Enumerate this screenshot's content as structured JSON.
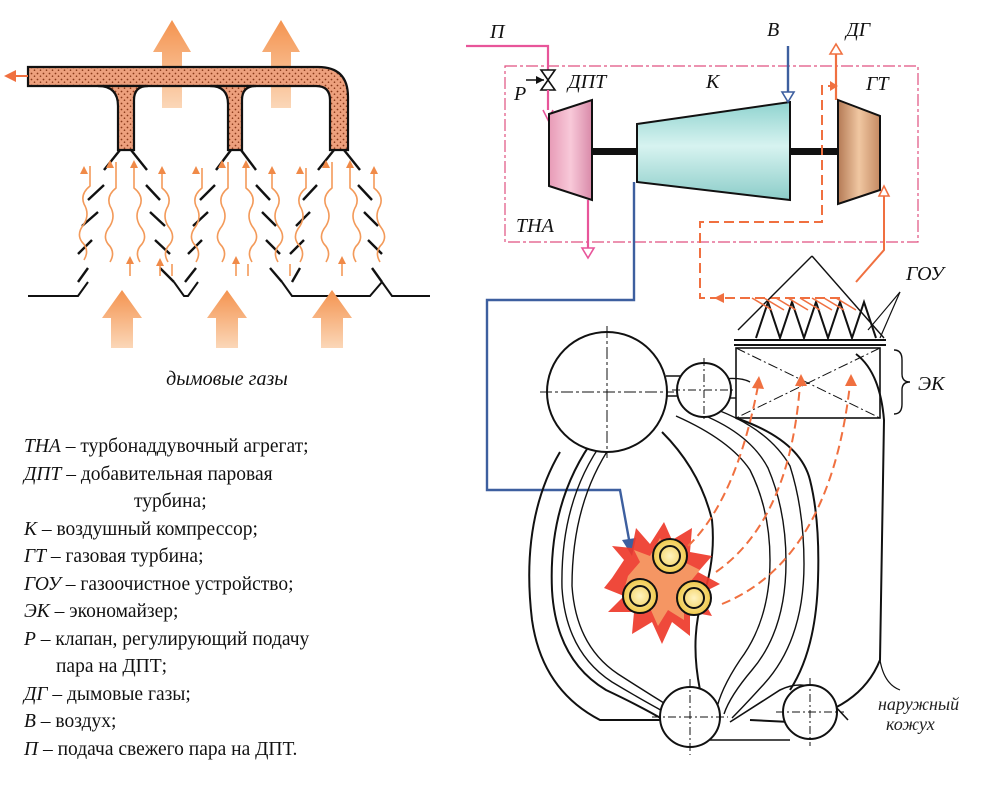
{
  "labels": {
    "smoke_gases": "дымовые газы",
    "steam_supply": "П",
    "valve": "Р",
    "aux_turbine": "ДПТ",
    "compressor": "К",
    "air": "В",
    "flue_gas": "ДГ",
    "gas_turbine": "ГТ",
    "turbo_unit": "ТНА",
    "gas_cleaning": "ГОУ",
    "economizer": "ЭК",
    "outer_casing_line1": "наружный",
    "outer_casing_line2": "кожух"
  },
  "legend": [
    {
      "abbr": "ТНА",
      "text": " – турбонаддувочный агрегат;"
    },
    {
      "abbr": "ДПТ",
      "text": " – добавительная паровая",
      "cont": "турбина;"
    },
    {
      "abbr": "К",
      "text": " – воздушный компрессор;"
    },
    {
      "abbr": "ГТ",
      "text": " – газовая турбина;"
    },
    {
      "abbr": "ГОУ",
      "text": " – газоочистное устройство;"
    },
    {
      "abbr": "ЭК",
      "text": " – экономайзер;"
    },
    {
      "abbr": "Р",
      "text": " – клапан, регулирующий подачу",
      "cont": "пара на ДПТ;"
    },
    {
      "abbr": "ДГ",
      "text": " – дымовые газы;"
    },
    {
      "abbr": "В",
      "text": " – воздух;"
    },
    {
      "abbr": "П",
      "text": " – подача свежего пара на ДПТ."
    }
  ],
  "colors": {
    "steam_line": "#e8559a",
    "air_line": "#3d5f9f",
    "gas_line": "#f07040",
    "arrow_fill": "#f6a066",
    "duct_fill": "#e9a07c",
    "aux_turbine_fill": "#f5b6cc",
    "compressor_fill": "#b9e6e2",
    "gas_turbine_fill": "#d6a47a",
    "flame": "#ee3a2a",
    "burner": "#f3dc7a"
  }
}
